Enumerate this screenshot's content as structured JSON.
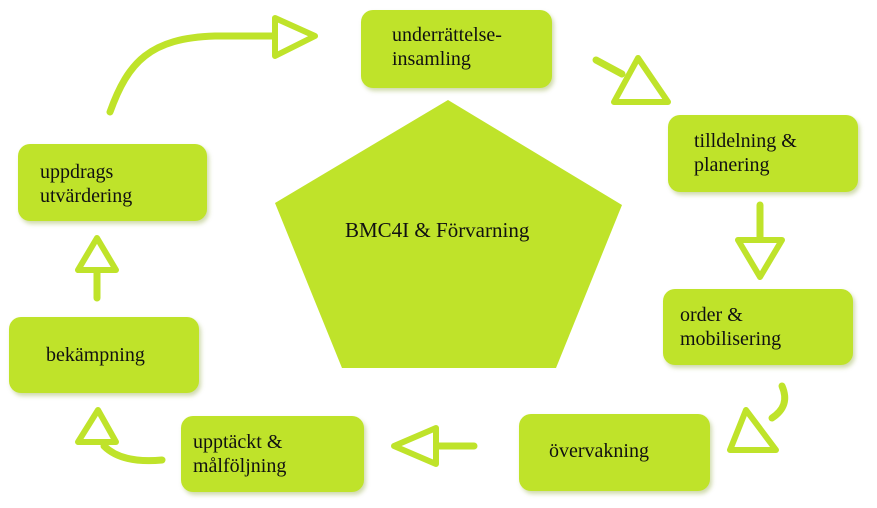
{
  "center": {
    "label": "BMC4I & Förvarning"
  },
  "steps": [
    {
      "id": "underrattelse",
      "lines": [
        "underrättelse-",
        "insamling"
      ]
    },
    {
      "id": "tilldelning",
      "lines": [
        "tilldelning &",
        "planering"
      ]
    },
    {
      "id": "order",
      "lines": [
        "order &",
        "mobilisering"
      ]
    },
    {
      "id": "overvakning",
      "lines": [
        "övervakning"
      ]
    },
    {
      "id": "upptackt",
      "lines": [
        "upptäckt &",
        "målföljning"
      ]
    },
    {
      "id": "bekampning",
      "lines": [
        "bekämpning"
      ]
    },
    {
      "id": "uppdrags",
      "lines": [
        "uppdrags",
        "utvärdering"
      ]
    }
  ],
  "colors": {
    "accent": "#bfe32a",
    "background": "#ffffff",
    "text": "#111111"
  }
}
